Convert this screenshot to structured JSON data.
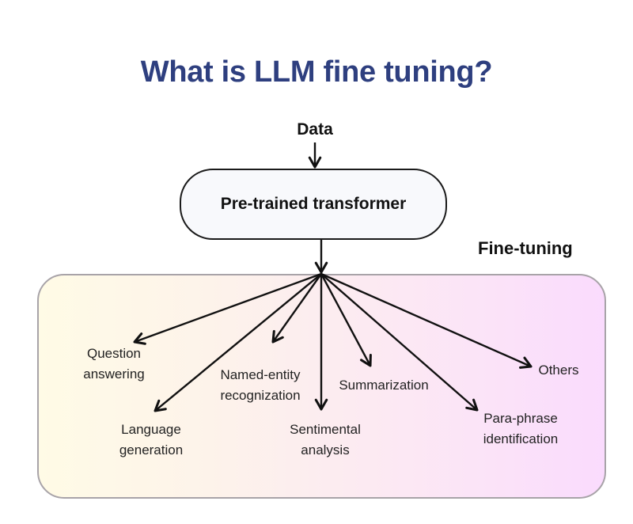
{
  "title": "What is LLM fine tuning?",
  "input_label": "Data",
  "model_label": "Pre-trained transformer",
  "stage_label": "Fine-tuning",
  "colors": {
    "title": "#2e3f7f",
    "arrow": "#111111",
    "panel_gradient_start": "#fffbe6",
    "panel_gradient_end": "#fadbfd"
  },
  "tasks": [
    {
      "id": "question-answering",
      "line1": "Question",
      "line2": "answering"
    },
    {
      "id": "language-generation",
      "line1": "Language",
      "line2": "generation"
    },
    {
      "id": "named-entity-recognization",
      "line1": "Named-entity",
      "line2": "recognization"
    },
    {
      "id": "sentimental-analysis",
      "line1": "Sentimental",
      "line2": "analysis"
    },
    {
      "id": "summarization",
      "line1": "Summarization",
      "line2": ""
    },
    {
      "id": "para-phrase-identification",
      "line1": "Para-phrase",
      "line2": "identification"
    },
    {
      "id": "others",
      "line1": "Others",
      "line2": ""
    }
  ]
}
